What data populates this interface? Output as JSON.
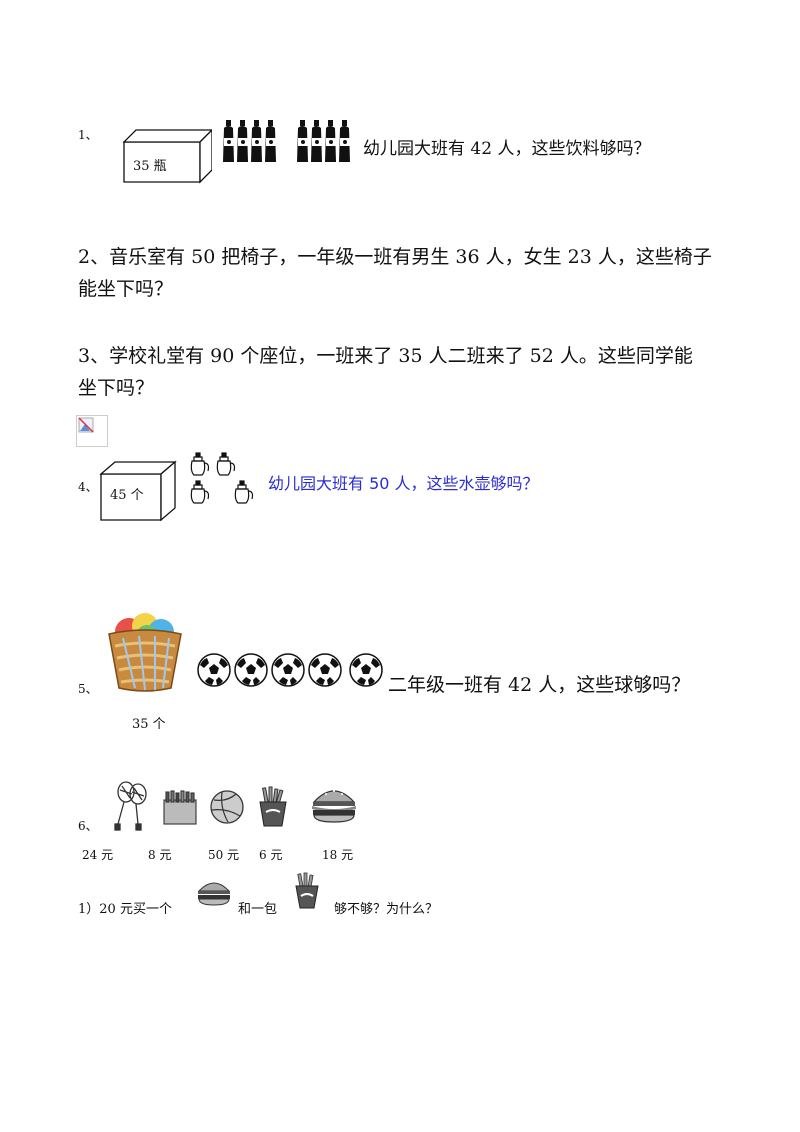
{
  "q1": {
    "num": "1、",
    "box_label": "35 瓶",
    "text": "幼儿园大班有 42 人，这些饮料够吗？"
  },
  "q2": {
    "line1": "2、音乐室有 50 把椅子，一年级一班有男生 36 人，女生 23 人，这些椅子",
    "line2": "能坐下吗？"
  },
  "q3": {
    "line1": "3、学校礼堂有 90 个座位，一班来了 35 人二班来了 52 人。这些同学能",
    "line2": "坐下吗？"
  },
  "q4": {
    "num": "4、",
    "box_label": "45 个",
    "text": "幼儿园大班有 50 人，这些水壶够吗？",
    "text_color": "#2b2bd6"
  },
  "q5": {
    "num": "5、",
    "basket_label": "35 个",
    "text": "二年级一班有 42 人，这些球够吗？"
  },
  "q6": {
    "num": "6、",
    "items": [
      {
        "icon": "badminton-racket-icon",
        "price": "24 元"
      },
      {
        "icon": "crayon-box-icon",
        "price": "8 元"
      },
      {
        "icon": "volleyball-icon",
        "price": "50 元"
      },
      {
        "icon": "french-fries-icon",
        "price": "6 元"
      },
      {
        "icon": "hamburger-icon",
        "price": "18 元"
      }
    ],
    "sub1_a": "1）20 元买一个",
    "sub1_b": "和一包",
    "sub1_c": "够不够？为什么？"
  }
}
